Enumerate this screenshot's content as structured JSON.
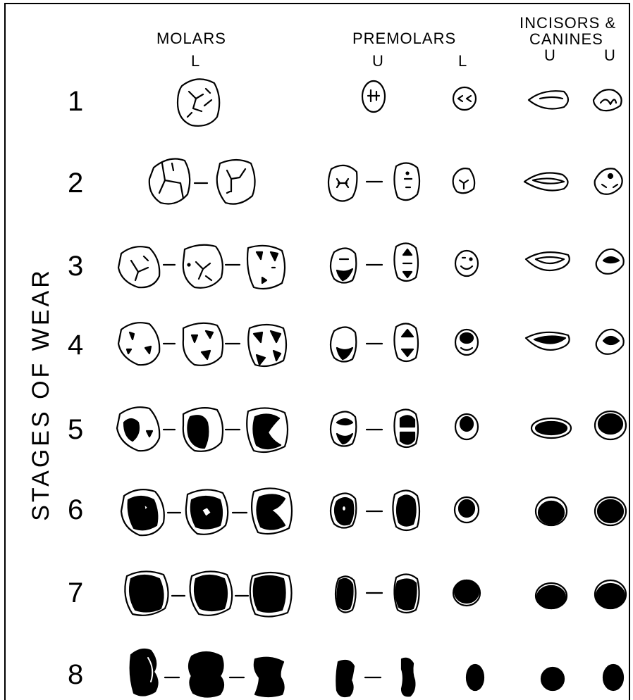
{
  "headers": {
    "molars": "MOLARS",
    "molars_sub": "L",
    "premolars": "PREMOLARS",
    "premolars_sub_u": "U",
    "premolars_sub_l": "L",
    "incisors_line1": "INCISORS &",
    "incisors_line2": "CANINES",
    "incisors_sub_u1": "U",
    "incisors_sub_u2": "U"
  },
  "side_label": "STAGES OF WEAR",
  "stages": [
    "1",
    "2",
    "3",
    "4",
    "5",
    "6",
    "7",
    "8"
  ]
}
